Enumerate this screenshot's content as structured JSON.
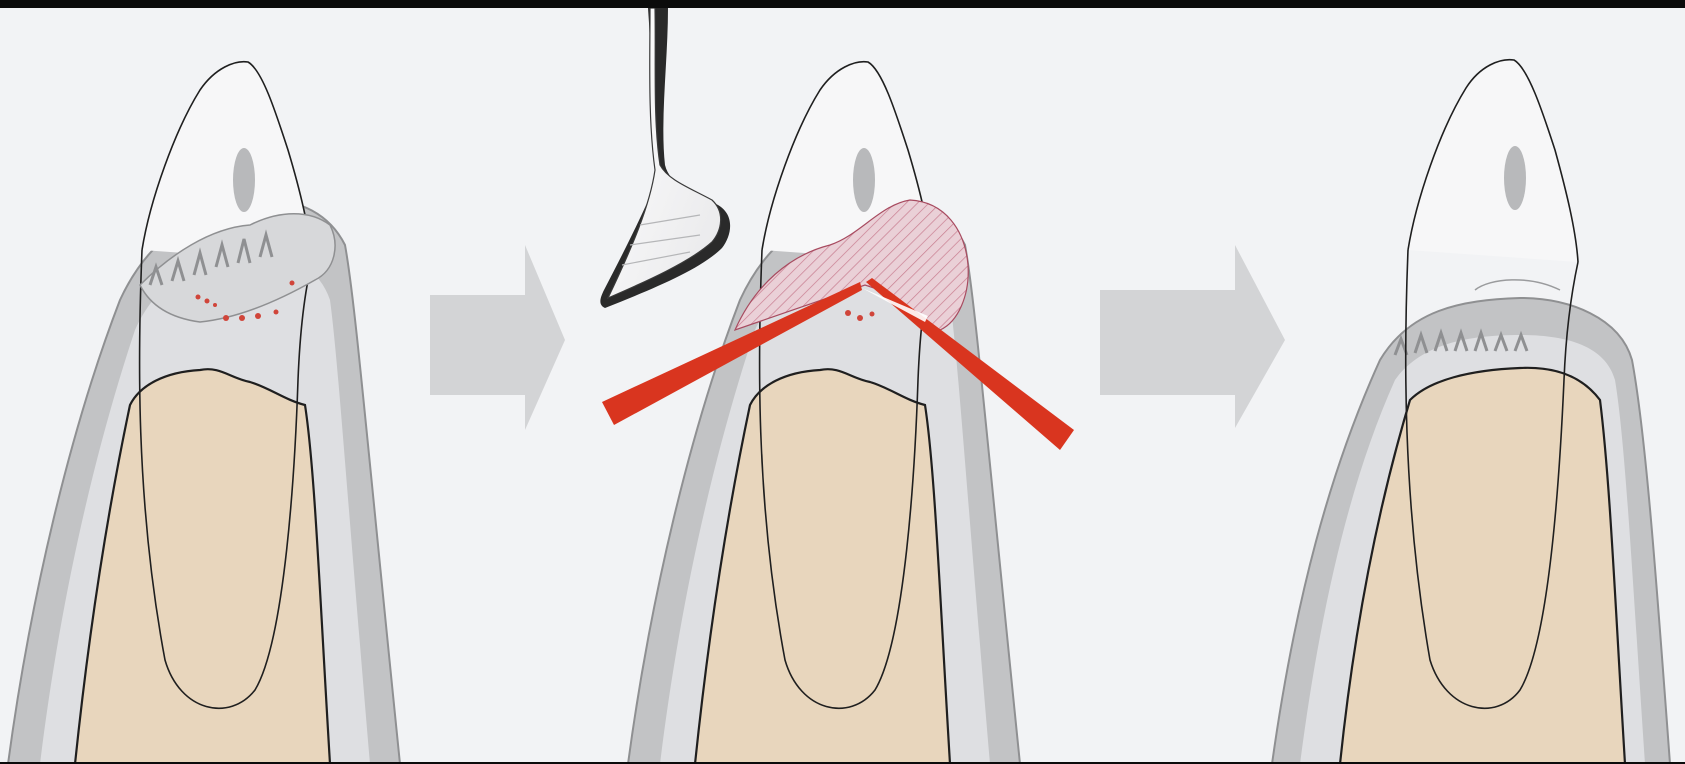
{
  "diagram": {
    "panels": [
      {
        "id": "before",
        "stage": "initial"
      },
      {
        "id": "procedure",
        "stage": "treatment",
        "tool": "curette",
        "laser": "two-beam"
      },
      {
        "id": "after",
        "stage": "healed"
      }
    ],
    "arrows": 2,
    "colors": {
      "background": "#0b0b0b",
      "canvas": "#f2f3f5",
      "bone": "#e8d6bd",
      "gingiva_outer": "#bdbfc1",
      "gingiva_inner": "#dcdde0",
      "enamel_outline": "#1a1a1a",
      "laser": "#d9351f",
      "inflamed": "#e7c6cf",
      "bleeding_points": "#d0453a",
      "arrow": "#d3d4d6"
    },
    "icons": [
      "curette-icon",
      "arrow-right-icon",
      "laser-beam-icon"
    ]
  }
}
